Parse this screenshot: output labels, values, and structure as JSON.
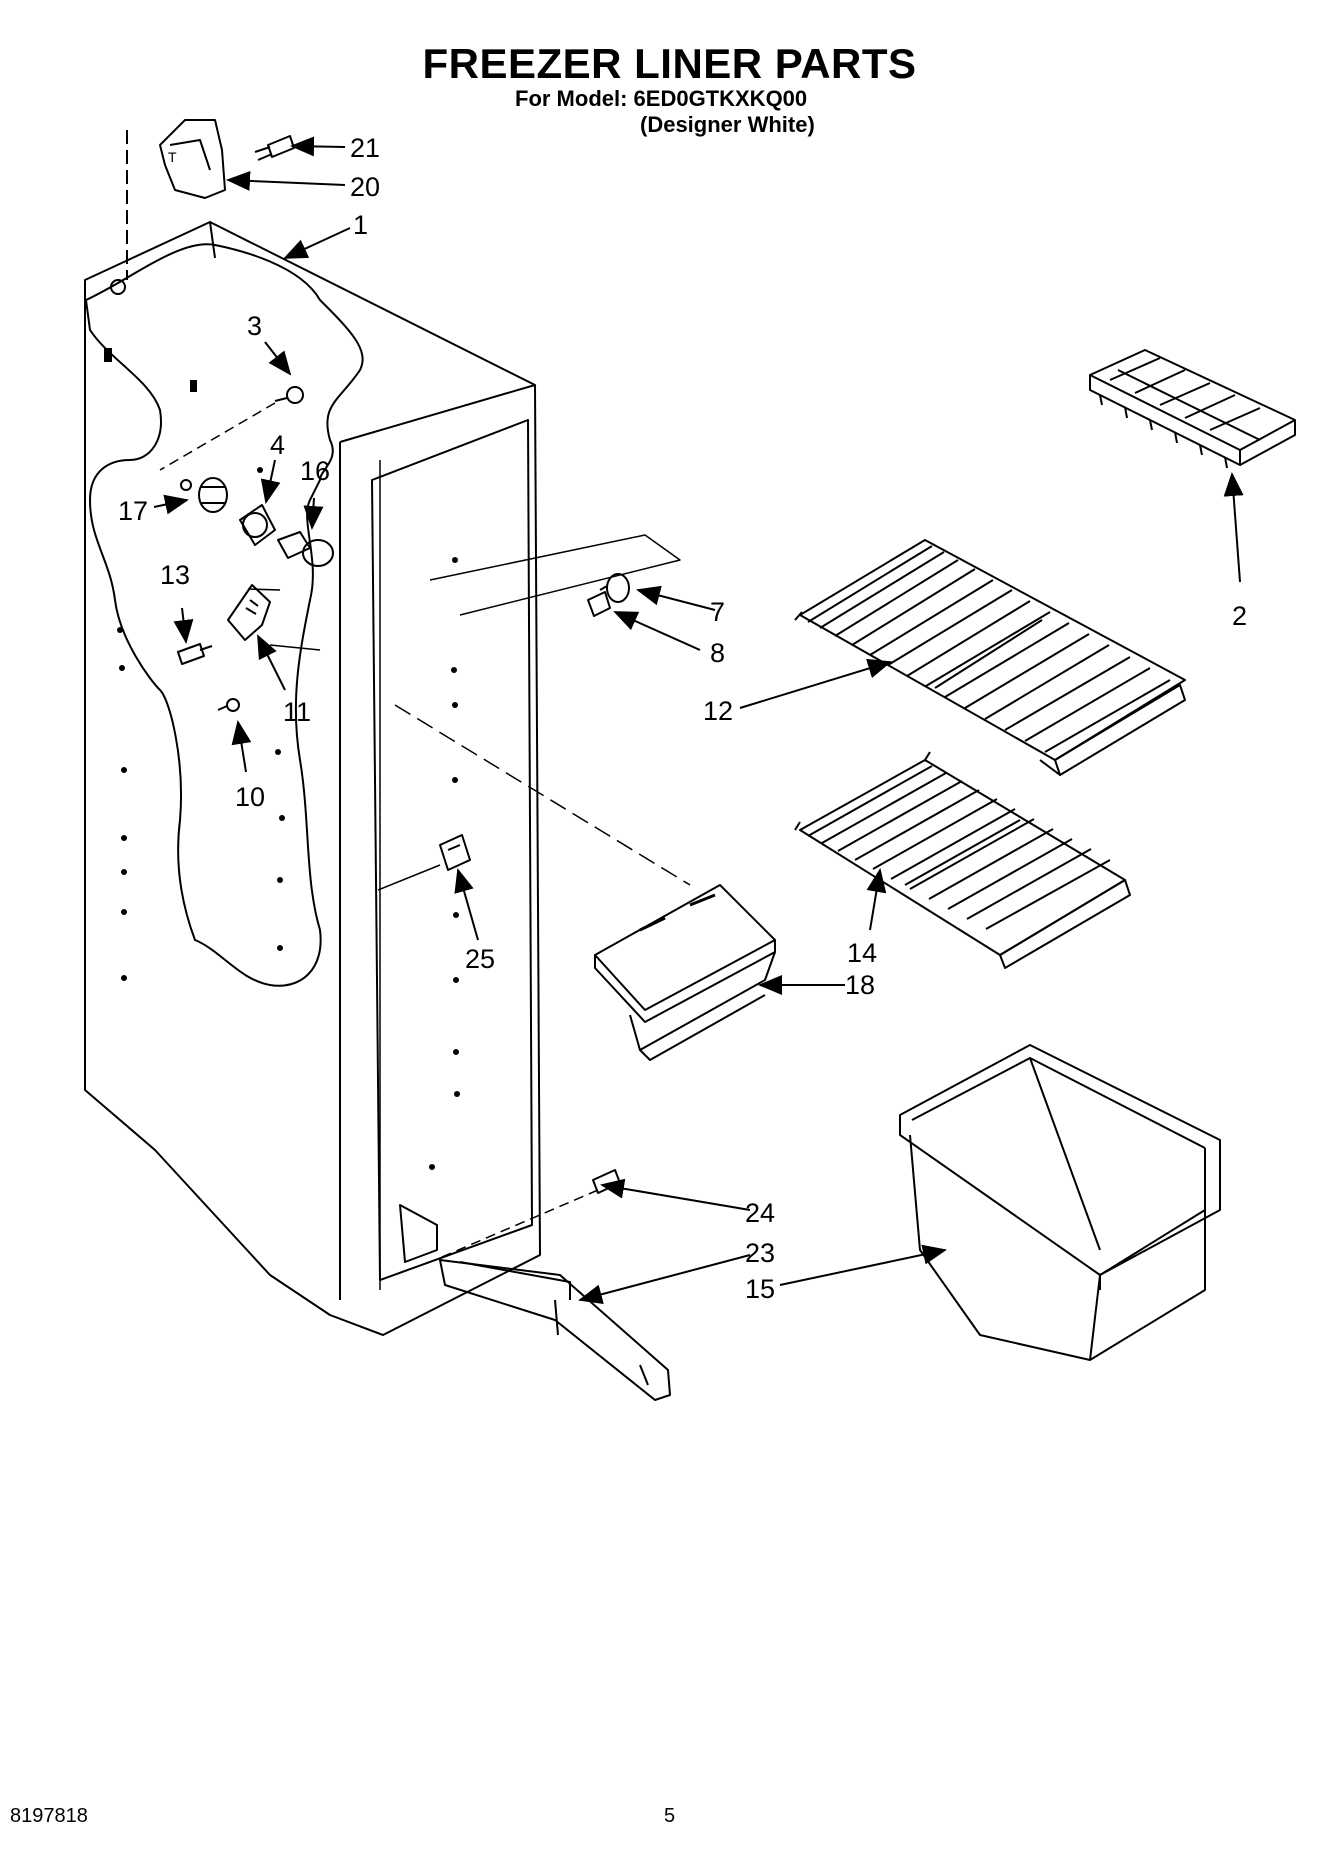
{
  "header": {
    "title": "FREEZER LINER PARTS",
    "model_line": "For Model: 6ED0GTKXKQ00",
    "color_line": "(Designer White)"
  },
  "callouts": {
    "c1": "1",
    "c2": "2",
    "c3": "3",
    "c4": "4",
    "c7": "7",
    "c8": "8",
    "c10": "10",
    "c11": "11",
    "c12": "12",
    "c13": "13",
    "c14": "14",
    "c15": "15",
    "c16": "16",
    "c17": "17",
    "c18": "18",
    "c20": "20",
    "c21": "21",
    "c23": "23",
    "c24": "24",
    "c25": "25"
  },
  "footer": {
    "doc_number": "8197818",
    "page_number": "5"
  }
}
